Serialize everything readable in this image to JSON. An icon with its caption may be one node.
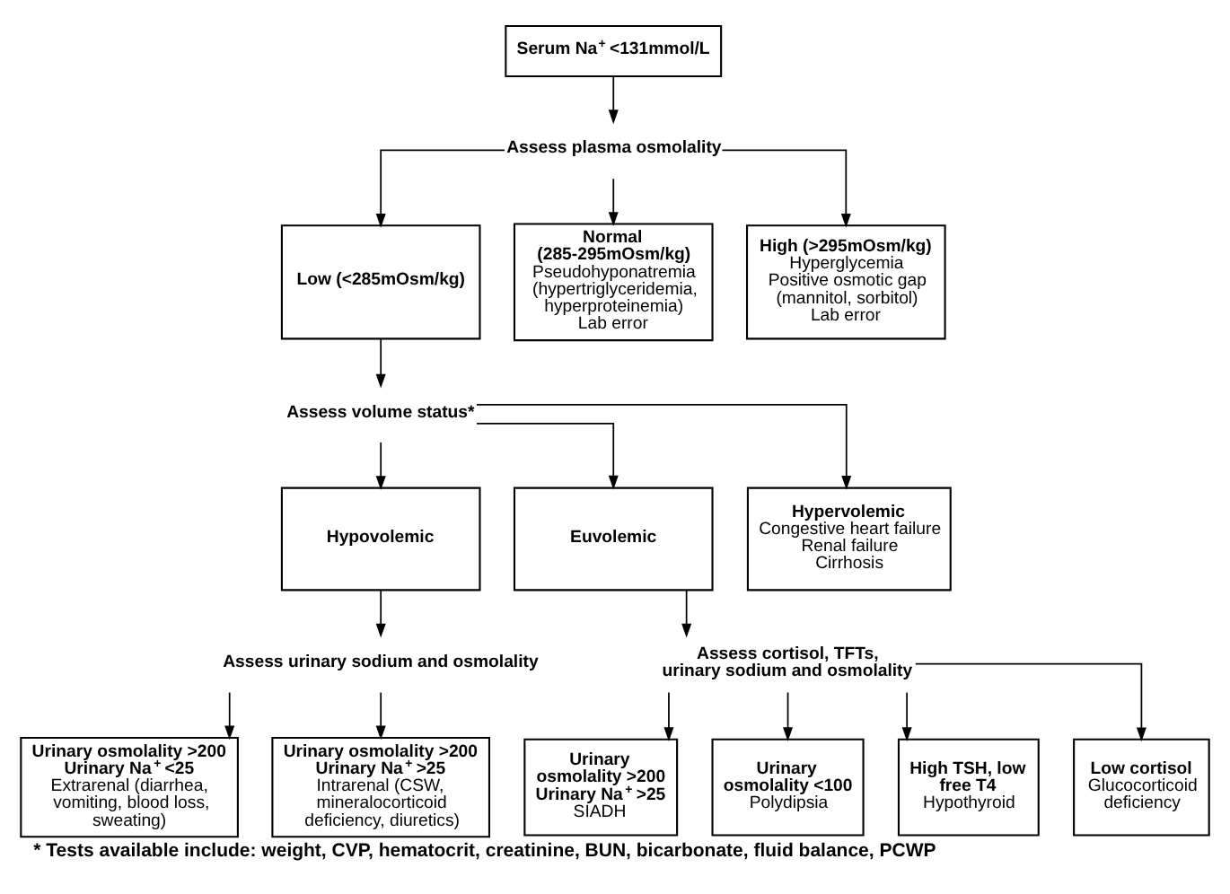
{
  "diagram": {
    "caption": "* Tests available include: weight, CVP, hematocrit, creatinine, BUN, bicarbonate, fluid balance, PCWP",
    "nodes": [
      {
        "text": [
          "Serum Na$^{+}$ <131mmol/L"
        ]
      },
      {
        "text": [
          "Assess plasma osmolality"
        ]
      },
      {
        "text": [
          "Low (<285mOsm/kg)"
        ]
      },
      {
        "text": [
          "Normal (285-295mOsm/kg)",
          "Pseudohyponatremia (hypertriglyceridemia, hyperproteinemia)",
          "Lab error"
        ]
      },
      {
        "text": [
          "High (>295mOsm/kg)",
          "Hyperglycemia",
          "Positive osmotic gap (mannitol, sorbitol)",
          "Lab error"
        ]
      },
      {
        "text": [
          "Assess volume status*"
        ]
      },
      {
        "text": [
          "Hypovolemic"
        ]
      },
      {
        "text": [
          "Euvolemic"
        ]
      },
      {
        "text": [
          "Hypervolemic",
          "Congestive heart failure",
          "Renal failure",
          "Cirrhosis"
        ]
      },
      {
        "text": [
          "Assess urinary sodium and osmolality"
        ]
      },
      {
        "text": [
          "Assess cortisol, TFTs, urinary sodium and osmolality"
        ]
      },
      {
        "text": [
          "Urinary osmolality >200",
          "Urinary Na$^{+}$ <25",
          "Extrarenal (diarrhea, vomiting, blood loss, sweating)"
        ]
      },
      {
        "text": [
          "Urinary osmolality >200",
          "Urinary Na$^{+}$ >25",
          "Intrarenal (CSW, mineralocorticoid deficiency, diuretics)"
        ]
      },
      {
        "text": [
          "Urinary osmolality >200",
          "Urinary Na$^{+}$ >25",
          "SIADH"
        ]
      },
      {
        "text": [
          "Urinary osmolality <100",
          "Polydipsia"
        ]
      },
      {
        "text": [
          "High TSH, low free T4",
          "Hypothyroid"
        ]
      },
      {
        "text": [
          "Low cortisol",
          "Glucocorticoid deficiency"
        ]
      }
    ],
    "edges": [
      {
        "from": 0,
        "to": 1,
        "arrow": "to"
      },
      {
        "from": 1,
        "to": 2,
        "arrow": "to"
      },
      {
        "from": 1,
        "to": 3,
        "arrow": "to"
      },
      {
        "from": 1,
        "to": 4,
        "arrow": "to"
      },
      {
        "from": 2,
        "to": 5,
        "arrow": "to"
      },
      {
        "from": 5,
        "to": 6,
        "arrow": "to"
      },
      {
        "from": 5,
        "to": 7,
        "arrow": "to"
      },
      {
        "from": 5,
        "to": 8,
        "arrow": "to"
      },
      {
        "from": 6,
        "to": 9,
        "arrow": "to"
      },
      {
        "from": 7,
        "to": 10,
        "arrow": "to"
      },
      {
        "from": 9,
        "to": 11,
        "arrow": "to"
      },
      {
        "from": 9,
        "to": 12,
        "arrow": "to"
      },
      {
        "from": 10,
        "to": 13,
        "arrow": "to"
      },
      {
        "from": 10,
        "to": 14,
        "arrow": "to"
      },
      {
        "from": 10,
        "to": 15,
        "arrow": "to"
      },
      {
        "from": 10,
        "to": 16,
        "arrow": "to"
      }
    ]
  }
}
